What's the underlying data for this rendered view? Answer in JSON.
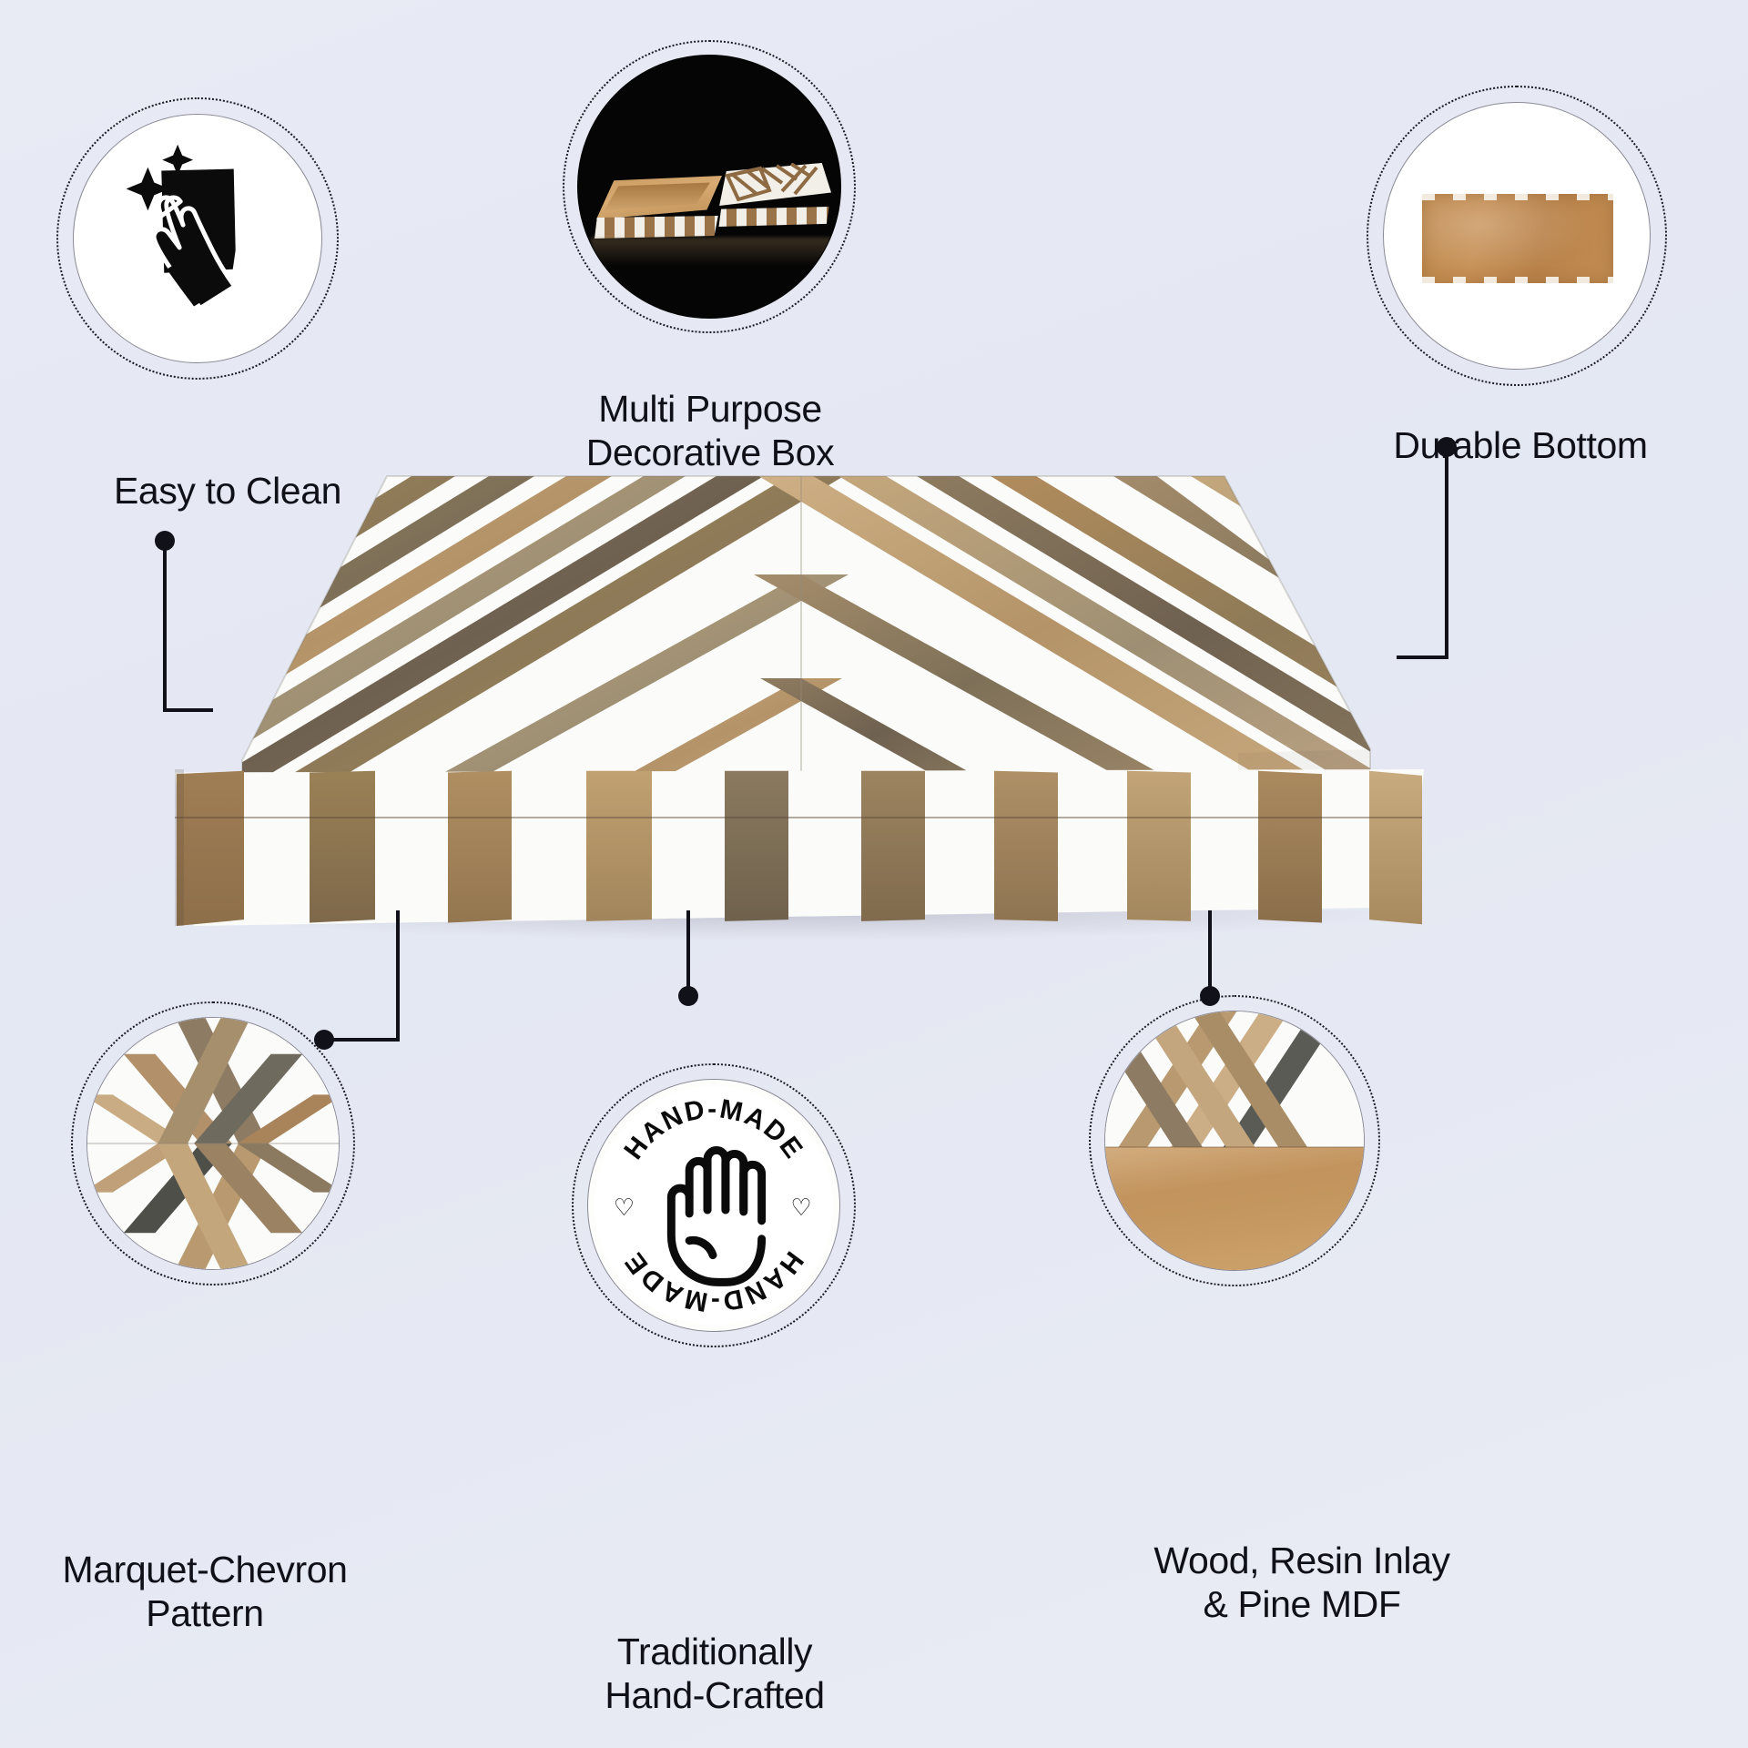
{
  "page": {
    "background_color": "#e7eaf3",
    "type": "product-feature-infographic",
    "product": "Marquetry chevron wood & resin inlay decorative box"
  },
  "features": [
    {
      "id": "easy-to-clean",
      "label": "Easy to Clean",
      "icon": "hand-wiping-cloth-sparkle-icon",
      "position": "top-left"
    },
    {
      "id": "multi-purpose",
      "label": "Multi Purpose\nDecorative Box",
      "icon": "decorative-box-photo",
      "position": "top-center"
    },
    {
      "id": "durable-bottom",
      "label": "Durable Bottom",
      "icon": "mdf-base-panel-photo",
      "position": "top-right"
    },
    {
      "id": "marquet-chevron",
      "label": "Marquet-Chevron\nPattern",
      "icon": "chevron-marquetry-closeup-photo",
      "position": "bottom-left"
    },
    {
      "id": "hand-crafted",
      "label": "Traditionally\nHand-Crafted",
      "icon": "hand-made-stamp-badge",
      "position": "bottom-center"
    },
    {
      "id": "materials",
      "label": "Wood, Resin Inlay\n& Pine MDF",
      "icon": "wood-resin-mdf-closeup-photo",
      "position": "bottom-right"
    }
  ],
  "badge": {
    "text_top": "HAND-MADE",
    "text_bottom": "HAND-MADE",
    "ornament_left": "♡",
    "ornament_right": "♡",
    "center_icon": "open-palm-hand-icon"
  },
  "colors": {
    "background": "#e7eaf3",
    "text": "#101018",
    "connector": "#111119",
    "resin_white": "#fbfbf9",
    "wood_light": "#cfae84",
    "wood_mid": "#a88658",
    "wood_dark": "#6f6150",
    "mdf_tan": "#c08a4e",
    "photo_backdrop": "#050505"
  }
}
